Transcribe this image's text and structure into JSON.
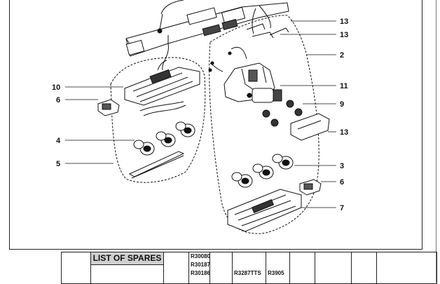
{
  "callouts": [
    {
      "id": "13a",
      "label": "13"
    },
    {
      "id": "13b",
      "label": "13"
    },
    {
      "id": "2",
      "label": "2"
    },
    {
      "id": "10",
      "label": "10"
    },
    {
      "id": "11",
      "label": "11"
    },
    {
      "id": "6a",
      "label": "6"
    },
    {
      "id": "9",
      "label": "9"
    },
    {
      "id": "13c",
      "label": "13"
    },
    {
      "id": "4",
      "label": "4"
    },
    {
      "id": "5",
      "label": "5"
    },
    {
      "id": "3",
      "label": "3"
    },
    {
      "id": "6b",
      "label": "6"
    },
    {
      "id": "7",
      "label": "7"
    }
  ],
  "spares": {
    "title": "LIST OF SPARES",
    "col1_codes": [
      "R30080",
      "R30187",
      "R30186"
    ],
    "col2_code": "R3287TTS",
    "col3_code": "R3905"
  }
}
